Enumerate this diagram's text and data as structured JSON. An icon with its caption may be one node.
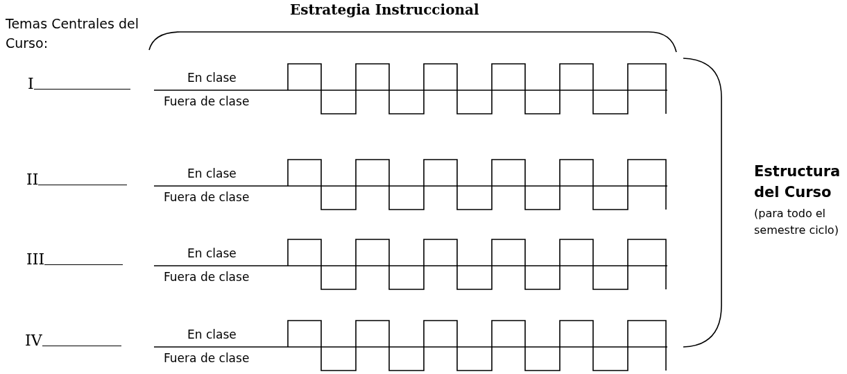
{
  "diagram": {
    "title": "Estrategia Instruccional",
    "labels": [
      "Temas Centrales del Curso:",
      "I",
      "En clase",
      "Fuera de clase",
      "II",
      "En clase",
      "Fuera de clase",
      "III",
      "En clase",
      "Fuera de clase",
      "IV",
      "En clase",
      "Fuera de clase",
      "Estructura del Curso",
      "(para todo el semestre ciclo)"
    ]
  }
}
